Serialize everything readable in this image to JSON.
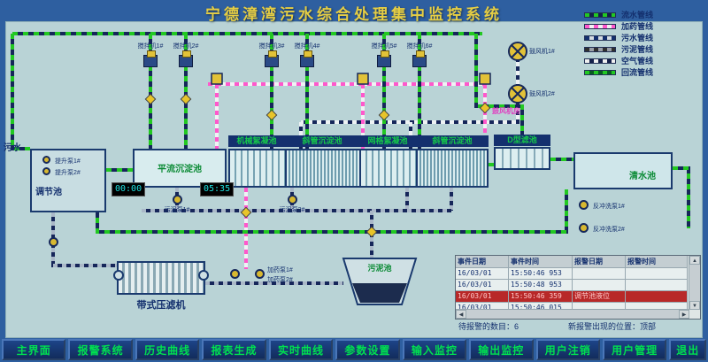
{
  "title": "宁德漳湾污水综合处理集中监控系统",
  "legend": {
    "items": [
      {
        "name": "water",
        "label": "流水管线",
        "color": "#22c822"
      },
      {
        "name": "dosing",
        "label": "加药管线",
        "color": "#ff58cc"
      },
      {
        "name": "sewage",
        "label": "污水管线",
        "color": "#14306e"
      },
      {
        "name": "sludge",
        "label": "污泥管线",
        "color": "#303030"
      },
      {
        "name": "air",
        "label": "空气管线",
        "color": "#f0f0f0"
      },
      {
        "name": "reflux",
        "label": "回流管线",
        "color": "#22c822"
      }
    ]
  },
  "inlet_label": "污水",
  "tanks": {
    "regulation": "调节池",
    "horizontal_sedimentation": "平流沉淀池",
    "mechanical_flocculation": "机械絮凝池",
    "inclined_tube_1": "斜管沉淀池",
    "grid_flocculation": "网格絮凝池",
    "inclined_tube_2": "斜管沉淀池",
    "d_filter": "D型滤池",
    "clear_water": "清水池",
    "sludge_tank": "污泥池",
    "belt_press": "带式压滤机"
  },
  "mixers": [
    {
      "label": "搅拌机1#"
    },
    {
      "label": "搅拌机2#"
    },
    {
      "label": "搅拌机3#"
    },
    {
      "label": "搅拌机4#"
    },
    {
      "label": "搅拌机5#"
    },
    {
      "label": "搅拌机6#"
    }
  ],
  "blowers": {
    "b1": "鼓风机1#",
    "b2": "鼓风机2#",
    "room": "鼓风机房"
  },
  "pumps": {
    "lift1": "提升泵1#",
    "lift2": "提升泵2#",
    "sludge1": "污泥泵1#",
    "sludge2": "污泥泵2#",
    "dosing1": "加药泵1#",
    "dosing2": "加药泵2#",
    "backwash1": "反冲洗泵1#",
    "backwash2": "反冲洗泵2#"
  },
  "timers": {
    "t1": "00:00",
    "t2": "05:35"
  },
  "alarm_panel": {
    "headers": [
      "事件日期",
      "事件时间",
      "报警日期",
      "报警时间"
    ],
    "rows": [
      [
        "16/03/01",
        "15:50:46 953",
        "",
        ""
      ],
      [
        "16/03/01",
        "15:50:48 953",
        "",
        ""
      ],
      [
        "16/03/01",
        "15:50:46 359",
        "调节池液位",
        ""
      ],
      [
        "16/03/01",
        "15:50:46 015",
        "",
        ""
      ]
    ],
    "alarm_row_index": 2,
    "footer_count": "待报警的数目：6",
    "footer_position": "新报警出现的位置：顶部"
  },
  "icons": {
    "scroll_up": "▲",
    "scroll_down": "▼",
    "scroll_left": "◀",
    "scroll_right": "▶"
  },
  "menu": {
    "items": [
      "主界面",
      "报警系统",
      "历史曲线",
      "报表生成",
      "实时曲线",
      "参数设置",
      "输入监控",
      "输出监控",
      "用户注销",
      "用户管理",
      "退出"
    ]
  },
  "colors": {
    "panel_bg": "#b9d3d6",
    "frame_bg": "#2e5fa0",
    "title_text": "#e6ce44",
    "menu_text": "#00e050",
    "tank_label_green": "#0a8a34",
    "alarm_red": "#b82828"
  }
}
